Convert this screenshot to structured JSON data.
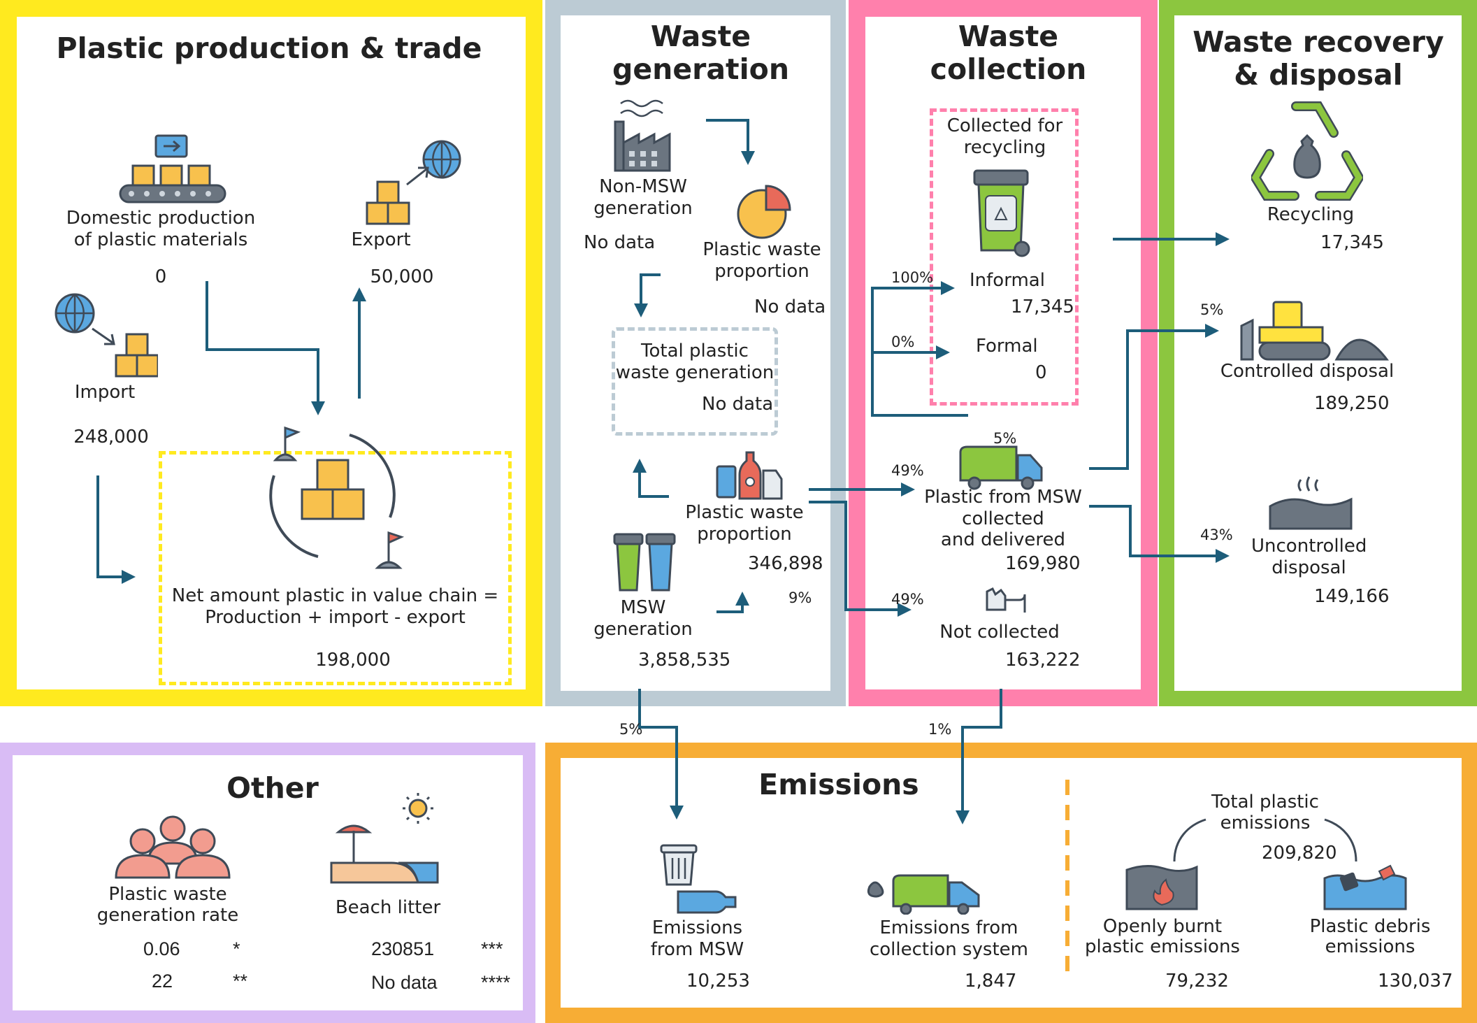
{
  "colors": {
    "yellow": "#FFEA1F",
    "grey": "#BCCBD4",
    "pink": "#FF80AC",
    "green": "#8CC63F",
    "purple": "#D9BCF5",
    "orange": "#F7AD35",
    "arrow": "#1D5D7A",
    "box_fill": "#F8C14D",
    "outline": "#3F4A57"
  },
  "production": {
    "title": "Plastic production  & trade",
    "domestic_label_1": "Domestic production",
    "domestic_label_2": "of plastic materials",
    "domestic_value": "0",
    "export_label": "Export",
    "export_value": "50,000",
    "import_label": "Import",
    "import_value": "248,000",
    "net_label_1": "Net amount plastic in value chain =",
    "net_label_2": "Production + import - export",
    "net_value": "198,000"
  },
  "generation": {
    "title_1": "Waste",
    "title_2": "generation",
    "non_msw_1": "Non-MSW",
    "non_msw_2": "generation",
    "non_msw_value": "No data",
    "pwp_top_1": "Plastic waste",
    "pwp_top_2": "proportion",
    "pwp_top_value": "No data",
    "total_1": "Total plastic",
    "total_2": "waste generation",
    "total_value": "No data",
    "pwp_bottom_1": "Plastic waste",
    "pwp_bottom_2": "proportion",
    "pwp_bottom_value": "346,898",
    "pwp_bottom_pct": "9%",
    "msw_1": "MSW",
    "msw_2": "generation",
    "msw_value": "3,858,535"
  },
  "collection": {
    "title_1": "Waste",
    "title_2": "collection",
    "recycling_1": "Collected for",
    "recycling_2": "recycling",
    "informal_label": "Informal",
    "informal_value": "17,345",
    "informal_pct": "100%",
    "formal_label": "Formal",
    "formal_value": "0",
    "formal_pct": "0%",
    "collected_pct_top": "5%",
    "collected_pct_left": "49%",
    "collected_1": "Plastic from MSW",
    "collected_2": "collected",
    "collected_3": "and delivered",
    "collected_value": "169,980",
    "not_collected_pct": "49%",
    "not_collected_label": "Not collected",
    "not_collected_value": "163,222"
  },
  "recovery": {
    "title_1": "Waste recovery",
    "title_2": "& disposal",
    "recycling_label": "Recycling",
    "recycling_value": "17,345",
    "controlled_pct": "5%",
    "controlled_label": "Controlled disposal",
    "controlled_value": "189,250",
    "uncontrolled_pct": "43%",
    "uncontrolled_1": "Uncontrolled",
    "uncontrolled_2": "disposal",
    "uncontrolled_value": "149,166"
  },
  "other": {
    "title": "Other",
    "rate_1": "Plastic waste",
    "rate_2": "generation rate",
    "rate_value_1": "0.06",
    "rate_note_1": "*",
    "rate_value_2": "22",
    "rate_note_2": "**",
    "beach_label": "Beach litter",
    "beach_value_1": "230851",
    "beach_note_1": "***",
    "beach_value_2": "No data",
    "beach_note_2": "****"
  },
  "emissions": {
    "title": "Emissions",
    "msw_pct": "5%",
    "collection_pct": "1%",
    "msw_1": "Emissions",
    "msw_2": "from MSW",
    "msw_value": "10,253",
    "coll_1": "Emissions from",
    "coll_2": "collection system",
    "coll_value": "1,847",
    "total_1": "Total plastic",
    "total_2": "emissions",
    "total_value": "209,820",
    "burnt_1": "Openly burnt",
    "burnt_2": "plastic emissions",
    "burnt_value": "79,232",
    "debris_1": "Plastic debris",
    "debris_2": "emissions",
    "debris_value": "130,037"
  }
}
